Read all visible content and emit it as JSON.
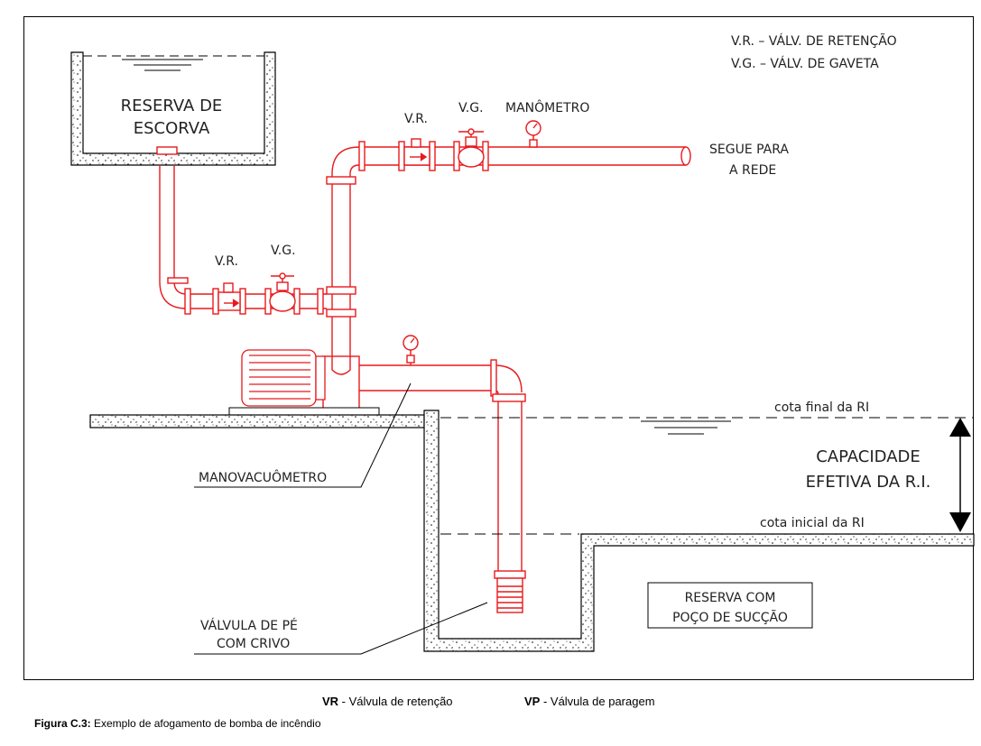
{
  "legend": {
    "line1": "V.R. – VÁLV. DE RETENÇÃO",
    "line2": "V.G. – VÁLV. DE GAVETA"
  },
  "labels": {
    "reserva_escorva_1": "RESERVA DE",
    "reserva_escorva_2": "ESCORVA",
    "vr_top": "V.R.",
    "vg_top": "V.G.",
    "manometro": "MANÔMETRO",
    "segue_1": "SEGUE PARA",
    "segue_2": "A REDE",
    "vr_left": "V.R.",
    "vg_left": "V.G.",
    "cota_final": "cota final da RI",
    "capacidade_1": "CAPACIDADE",
    "capacidade_2": "EFETIVA DA R.I.",
    "cota_inicial": "cota inicial da RI",
    "manovacuometro": "MANOVACUÔMETRO",
    "reserva_poco_1": "RESERVA COM",
    "reserva_poco_2": "POÇO DE SUCÇÃO",
    "valvula_pe_1": "VÁLVULA DE PÉ",
    "valvula_pe_2": "COM CRIVO"
  },
  "notes": {
    "vr_abbr": "VR",
    "vr_text": " - Válvula de retenção",
    "vp_abbr": "VP",
    "vp_text": " - Válvula de paragem"
  },
  "figure": {
    "label": "Figura C.3:",
    "caption": " Exemplo de afogamento de bomba de incêndio"
  },
  "colors": {
    "pipe": "#e8191d",
    "wall": "#000000",
    "text": "#222222"
  }
}
